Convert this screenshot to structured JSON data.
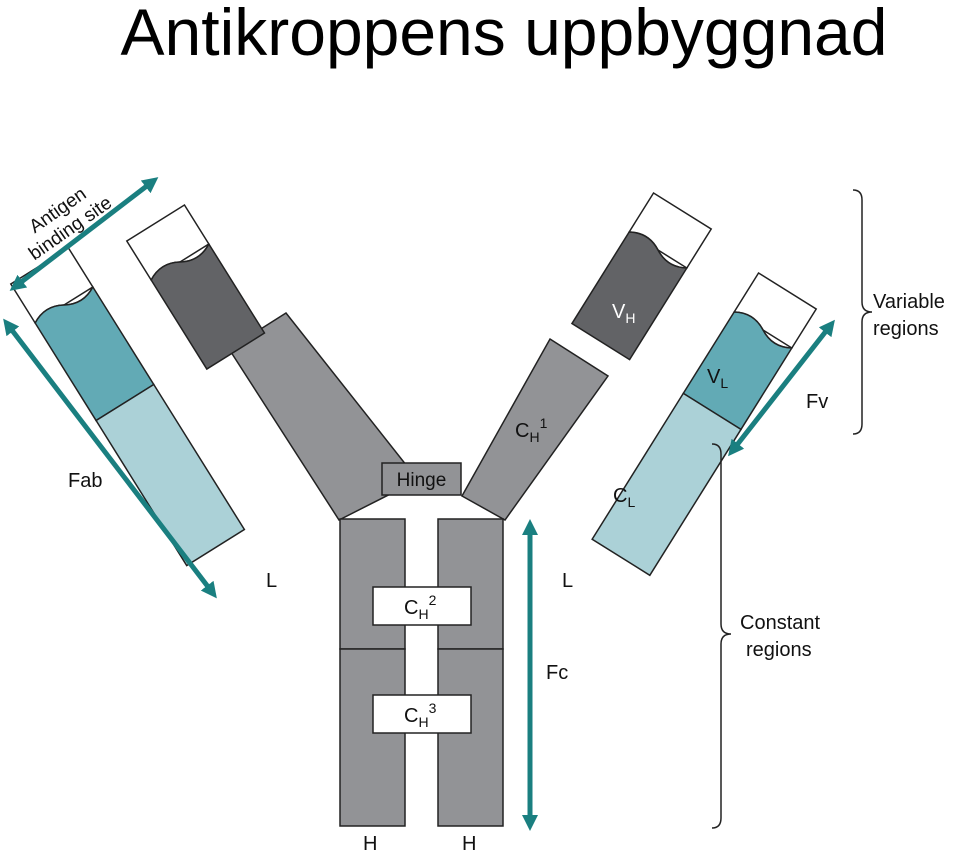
{
  "title": "Antikroppens uppbyggnad",
  "labels": {
    "antigen_binding_line1": "Antigen",
    "antigen_binding_line2": "binding site",
    "fab": "Fab",
    "fv": "Fv",
    "fc": "Fc",
    "hinge": "Hinge",
    "light_left": "L",
    "light_right": "L",
    "heavy_left": "H",
    "heavy_right": "H",
    "vh": "V",
    "vh_sub": "H",
    "vl": "V",
    "vl_sub": "L",
    "ch1": "C",
    "ch1_sub": "H",
    "ch1_sup": "1",
    "cl": "C",
    "cl_sub": "L",
    "ch2": "C",
    "ch2_sub": "H",
    "ch2_sup": "2",
    "ch3": "C",
    "ch3_sub": "H",
    "ch3_sup": "3",
    "variable_line1": "Variable",
    "variable_line2": "regions",
    "constant_line1": "Constant",
    "constant_line2": "regions"
  },
  "colors": {
    "teal_arrow": "#1a7f80",
    "light_variable": "#62aab5",
    "light_constant": "#abd1d7",
    "heavy_variable": "#626366",
    "heavy_constant": "#929396",
    "outline": "#222222"
  }
}
